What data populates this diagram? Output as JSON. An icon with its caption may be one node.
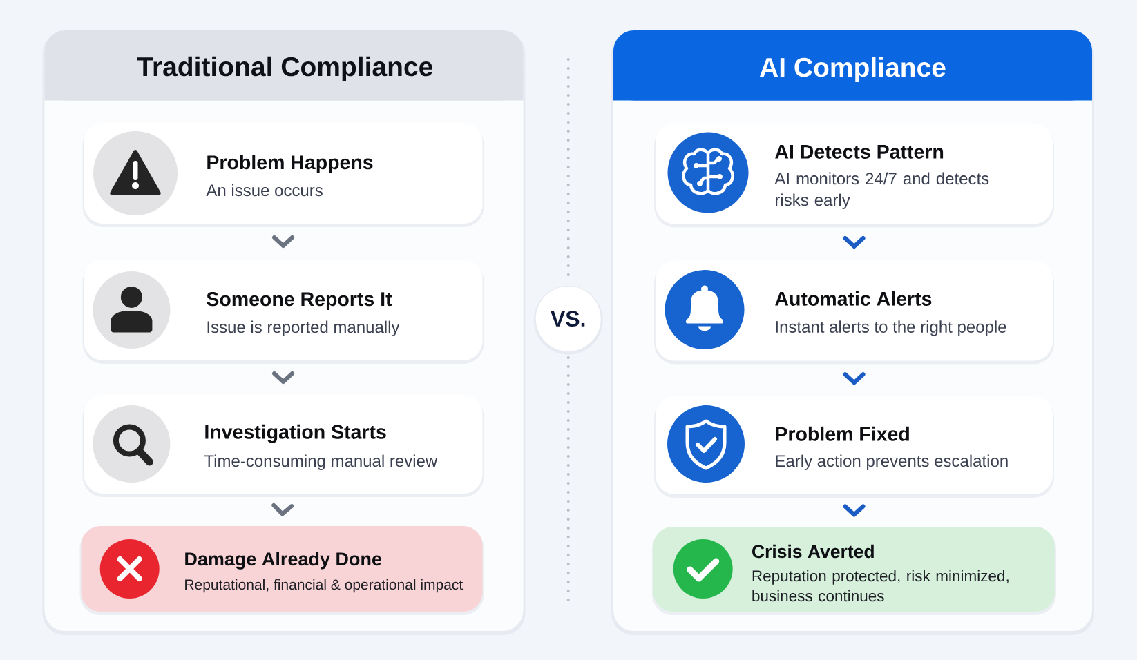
{
  "diagram": {
    "nodes": [
      {
        "text": [
          "Traditional Compliance"
        ]
      },
      {
        "text": [
          "Problem Happens",
          "An issue occurs"
        ],
        "in": 0
      },
      {
        "text": [
          "Someone Reports It",
          "Issue is reported manually"
        ],
        "in": 0
      },
      {
        "text": [
          "Investigation Starts",
          "Time-consuming manual review"
        ],
        "in": 0
      },
      {
        "text": [
          "Damage Already Done",
          "Reputational, financial & operational impact"
        ],
        "in": 0
      },
      {
        "text": [
          "VS."
        ]
      },
      {
        "text": [
          "AI Compliance"
        ]
      },
      {
        "text": [
          "AI Detects Pattern",
          "AI monitors 24/7 and detects risks early"
        ],
        "in": 6
      },
      {
        "text": [
          "Automatic Alerts",
          "Instant alerts to the right people"
        ],
        "in": 6
      },
      {
        "text": [
          "Problem Fixed",
          "Early action prevents escalation"
        ],
        "in": 6
      },
      {
        "text": [
          "Crisis Averted",
          "Reputation protected, risk minimized, business continues"
        ],
        "in": 6
      }
    ],
    "edges": [
      {
        "from": 1,
        "to": 2,
        "arrow": "to",
        "color": "#6b7280"
      },
      {
        "from": 2,
        "to": 3,
        "arrow": "to",
        "color": "#6b7280"
      },
      {
        "from": 3,
        "to": 4,
        "arrow": "to",
        "color": "#6b7280"
      },
      {
        "from": 7,
        "to": 8,
        "arrow": "to",
        "color": "#1a5bc4"
      },
      {
        "from": 8,
        "to": 9,
        "arrow": "to",
        "color": "#1a5bc4"
      },
      {
        "from": 9,
        "to": 10,
        "arrow": "to",
        "color": "#1a5bc4"
      }
    ]
  }
}
